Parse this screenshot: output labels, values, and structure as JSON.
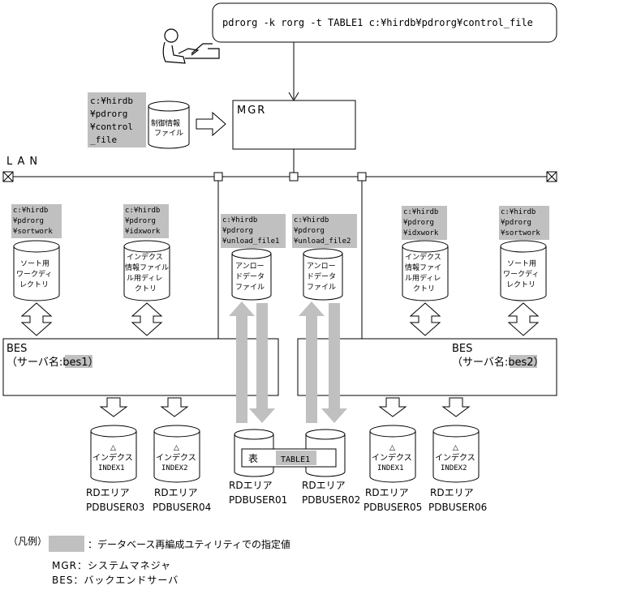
{
  "command": "pdrorg -k rorg -t TABLE1 c:¥hirdb¥pdrorg¥control_file",
  "lan_label": "LAN",
  "mgr_label": "MGR",
  "control_file": {
    "path_lines": [
      "c:¥hirdb",
      "¥pdrorg",
      "¥control",
      "_file"
    ],
    "name_lines": [
      "制御情報",
      "ファイル"
    ]
  },
  "directories": [
    {
      "path_lines": [
        "c:¥hirdb",
        "¥pdrorg",
        "¥sortwork"
      ],
      "name_lines": [
        "ソート用",
        "ワークディ",
        "レクトリ"
      ]
    },
    {
      "path_lines": [
        "c:¥hirdb",
        "¥pdrorg",
        "¥idxwork"
      ],
      "name_lines": [
        "インデクス",
        "情報ファイル",
        "ル用ディレ",
        "クトリ"
      ]
    },
    {
      "path_lines": [
        "c:¥hirdb",
        "¥pdrorg",
        "¥unload_file1"
      ],
      "name_lines": [
        "アンロー",
        "ドデータ",
        "ファイル"
      ]
    },
    {
      "path_lines": [
        "c:¥hirdb",
        "¥pdrorg",
        "¥unload_file2"
      ],
      "name_lines": [
        "アンロー",
        "ドデータ",
        "ファイル"
      ]
    },
    {
      "path_lines": [
        "c:¥hirdb",
        "¥pdrorg",
        "¥idxwork"
      ],
      "name_lines": [
        "インデクス",
        "情報ファイ",
        "ル用ディレ",
        "クトリ"
      ]
    },
    {
      "path_lines": [
        "c:¥hirdb",
        "¥pdrorg",
        "¥sortwork"
      ],
      "name_lines": [
        "ソート用",
        "ワークディ",
        "レクトリ"
      ]
    }
  ],
  "bes": [
    {
      "title": "BES",
      "server_prefix": "（サーバ名:",
      "server_name": "bes1",
      "server_suffix": "）"
    },
    {
      "title": "BES",
      "server_prefix": "（サーバ名:",
      "server_name": "bes2",
      "server_suffix": "）"
    }
  ],
  "rd_areas": [
    {
      "kind": "index",
      "marker": "△",
      "line1": "インデクス",
      "index_name": "INDEX1",
      "area_label": "RDエリア",
      "area_name": "PDBUSER03"
    },
    {
      "kind": "index",
      "marker": "△",
      "line1": "インデクス",
      "index_name": "INDEX2",
      "area_label": "RDエリア",
      "area_name": "PDBUSER04"
    },
    {
      "kind": "table",
      "area_label": "RDエリア",
      "area_name": "PDBUSER01"
    },
    {
      "kind": "table",
      "area_label": "RDエリア",
      "area_name": "PDBUSER02"
    },
    {
      "kind": "index",
      "marker": "△",
      "line1": "インデクス",
      "index_name": "INDEX1",
      "area_label": "RDエリア",
      "area_name": "PDBUSER05"
    },
    {
      "kind": "index",
      "marker": "△",
      "line1": "インデクス",
      "index_name": "INDEX2",
      "area_label": "RDエリア",
      "area_name": "PDBUSER06"
    }
  ],
  "table_banner": {
    "prefix": "表",
    "table_name": "TABLE1"
  },
  "legend": {
    "heading": "（凡例）",
    "items": [
      "：データベース再編成ユティリティでの指定値",
      "MGR：システムマネジャ",
      "BES：バックエンドサーバ"
    ]
  },
  "colors": {
    "highlight": "#c0c0c0",
    "arrow_gray": "#c0c0c0",
    "line": "#000000"
  }
}
